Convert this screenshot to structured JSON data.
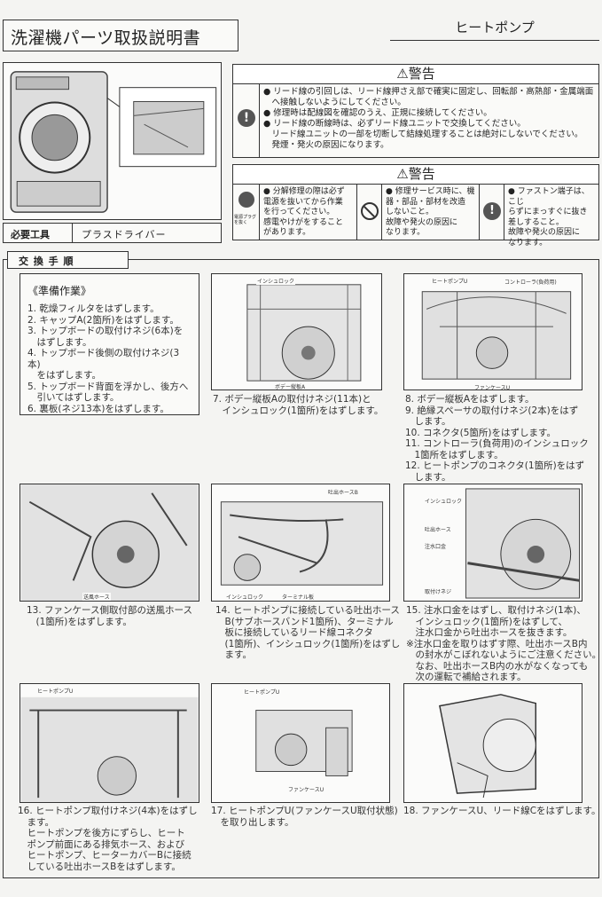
{
  "header": {
    "title": "洗濯機パーツ取扱説明書",
    "part_name": "ヒートポンプ"
  },
  "tools": {
    "label": "必要工具",
    "value": "プラスドライバー"
  },
  "warning1": {
    "heading": "警告",
    "text": "● リード線の引回しは、リード線押さえ部で確実に固定し、回転部・高熱部・金属端面\n　へ接触しないようにしてください。\n● 修理時は配線図を確認のうえ、正規に接続してください。\n● リード線の断線時は、必ずリード線ユニットで交換してください。\n　リード線ユニットの一部を切断して結線処理することは絶対にしないでください。\n　発煙・発火の原因になります。"
  },
  "warning2": {
    "heading": "警告",
    "plug_caption": "電源プラグを抜く",
    "items": [
      "● 分解修理の際は必ず\n電源を抜いてから作業\nを行ってください。\n感電やけがをすること\nがあります。",
      "● 修理サービス時に、機\n器・部品・部材を改造\nしないこと。\n故障や発火の原因に\nなります。",
      "● ファストン端子は、こじ\nらずにまっすぐに抜き\n差しすること。\n故障や発火の原因に\nなります。"
    ]
  },
  "procedure": {
    "label": "交 換 手 順",
    "prep_title": "《準備作業》",
    "prep_steps": [
      "1. 乾燥フィルタをはずします。",
      "2. キャップA(2箇所)をはずします。",
      "3. トップボードの取付けネジ(6本)を\n　はずします。",
      "4. トップボード後側の取付けネジ(3本)\n　をはずします。",
      "5. トップボード背面を浮かし、後方へ\n　引いてはずします。",
      "6. 裏板(ネジ13本)をはずします。"
    ],
    "steps": [
      {
        "caption": "7. ボデー縦板Aの取付けネジ(11本)と\n　インシュロック(1箇所)をはずします。",
        "labels": [
          "インシュロック",
          "ボデー縦板A"
        ]
      },
      {
        "caption": "8. ボデー縦板Aをはずします。\n9. 絶縁スペーサの取付けネジ(2本)をはず\n　します。\n10. コネクタ(5箇所)をはずします。\n11. コントローラ(負荷用)のインシュロック\n　1箇所をはずします。\n12. ヒートポンプのコネクタ(1箇所)をはず\n　します。",
        "labels": [
          "ヒートポンプU",
          "コントローラ(負荷用)",
          "ファンケースU"
        ]
      },
      {
        "caption": "13. ファンケース側取付部の送風ホース\n　(1箇所)をはずします。",
        "labels": [
          "送風ホース"
        ]
      },
      {
        "caption": "14. ヒートポンプに接続している吐出ホース\n　B(サブホースバンド1箇所)、ターミナル\n　板に接続しているリード線コネクタ\n　(1箇所)、インシュロック(1箇所)をはずし\n　ます。",
        "labels": [
          "吐出ホースB",
          "インシュロック",
          "ターミナル板"
        ]
      },
      {
        "caption": "15. 注水口金をはずし、取付けネジ(1本)、\n　インシュロック(1箇所)をはずして、\n　注水口金から吐出ホースを抜きます。\n※注水口金を取りはずす際、吐出ホースB内\n　の封水がこぼれないようにご注意ください。\n　なお、吐出ホースB内の水がなくなっても\n　次の運転で補給されます。",
        "labels": [
          "インシュロック",
          "吐出ホース",
          "注水口金",
          "取付けネジ"
        ]
      },
      {
        "caption": "16. ヒートポンプ取付けネジ(4本)をはずし\n　ます。\n　ヒートポンプを後方にずらし、ヒート\n　ポンプ前面にある排気ホース、および\n　ヒートポンプ、ヒーターカバーBに接続\n　している吐出ホースBをはずします。",
        "labels": [
          "ヒートポンプU"
        ]
      },
      {
        "caption": "17. ヒートポンプU(ファンケースU取付状態)\n　を取り出します。",
        "labels": [
          "ヒートポンプU",
          "ファンケースU"
        ]
      },
      {
        "caption": "18. ファンケースU、リード線Cをはずします。",
        "labels": []
      }
    ]
  }
}
